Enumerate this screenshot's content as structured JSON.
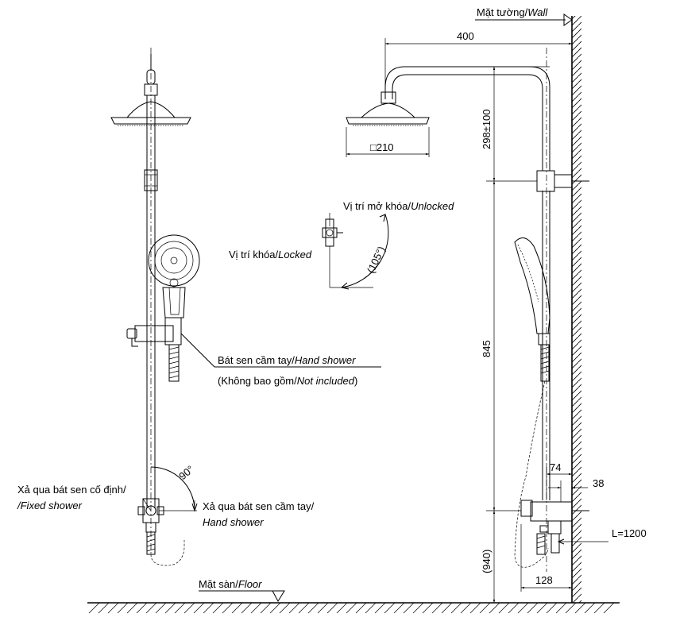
{
  "labels": {
    "wall_vi": "Mặt tường/",
    "wall_en": "Wall",
    "floor_vi": "Mặt sàn/",
    "floor_en": "Floor",
    "unlocked_vi": "Vị trí mở khóa/",
    "unlocked_en": "Unlocked",
    "locked_vi": "Vị trí khóa/",
    "locked_en": "Locked",
    "angle_105": "(105°)",
    "angle_90": "90°",
    "hand_shower_vi": "Bát sen cầm tay/",
    "hand_shower_en": "Hand shower",
    "not_included_vi": "(Không bao gồm/",
    "not_included_en": "Not included",
    "not_included_close": ")",
    "fixed_vi": "Xả qua bát sen cố định/",
    "fixed_en": "/Fixed shower",
    "hand_out_vi": "Xả qua bát sen cầm tay/",
    "hand_out_en": "Hand shower",
    "hose_length": "L=1200"
  },
  "dimensions": {
    "d400": "400",
    "d210": "□210",
    "d298": "298±100",
    "d845": "845",
    "d940": "(940)",
    "d74": "74",
    "d38": "38",
    "d128": "128"
  }
}
